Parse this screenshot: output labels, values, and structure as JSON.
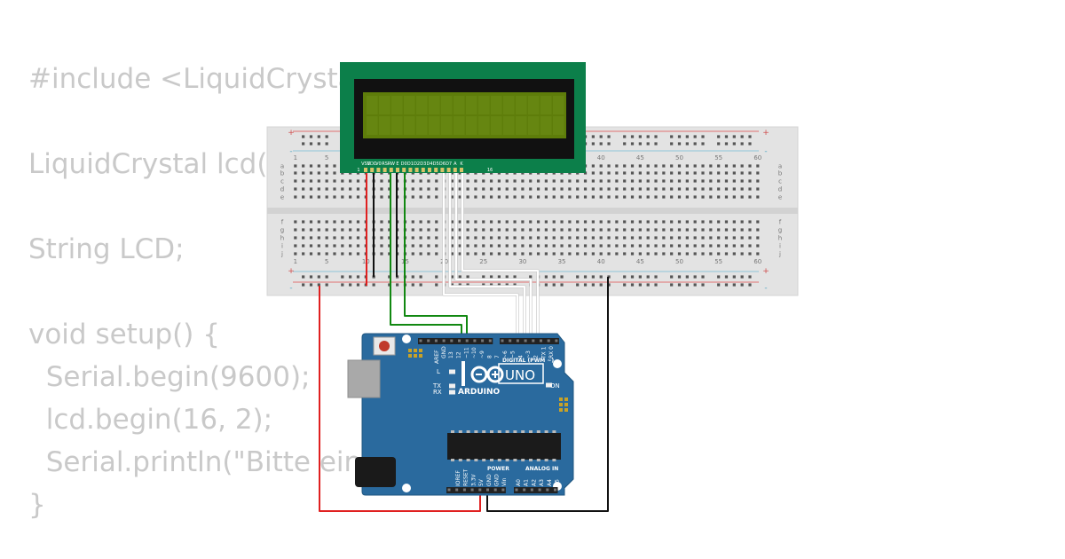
{
  "code": {
    "lines": [
      "#include <LiquidCrystal",
      "",
      "LiquidCrystal lcd(1",
      "",
      "String LCD;",
      "",
      "void setup() {",
      "  Serial.begin(9600);",
      "  lcd.begin(16, 2);",
      "  Serial.println(\"Bitte eing",
      "}"
    ]
  },
  "breadboard": {
    "column_numbers": [
      "1",
      "5",
      "10",
      "15",
      "20",
      "25",
      "30",
      "35",
      "40",
      "45",
      "50",
      "55",
      "60"
    ],
    "row_letters_top": [
      "a",
      "b",
      "c",
      "d",
      "e"
    ],
    "row_letters_bottom": [
      "f",
      "g",
      "h",
      "i",
      "j"
    ],
    "rail_plus": "+",
    "rail_minus": "-"
  },
  "lcd": {
    "pin_labels": [
      "VSS",
      "VDD",
      "V0",
      "RS",
      "RW",
      "E",
      "D0",
      "D1",
      "D2",
      "D3",
      "D4",
      "D5",
      "D6",
      "D7",
      "A",
      "K"
    ],
    "pin_first": "1",
    "pin_last": "16",
    "colors": {
      "pcb": "#0c7f4a",
      "bezel": "#111111",
      "screen": "#5e7d0a"
    }
  },
  "arduino": {
    "brand": "ARDUINO",
    "model": "UNO",
    "digital_header": "DIGITAL (PWM ~)",
    "power_header": "POWER",
    "analog_header": "ANALOG IN",
    "on_label": "ON",
    "l_label": "L",
    "tx_label": "TX",
    "rx_label": "RX",
    "aref": "AREF",
    "gnd": "GND",
    "digital_pins": [
      "13",
      "12",
      "~11",
      "~10",
      "~9",
      "8",
      "7",
      "~6",
      "~5",
      "4",
      "~3",
      "2",
      "TX 1",
      "RX 0"
    ],
    "power_pins": [
      "IOREF",
      "RESET",
      "3.3V",
      "5V",
      "GND",
      "GND",
      "Vin"
    ],
    "analog_pins": [
      "A0",
      "A1",
      "A2",
      "A3",
      "A4",
      "A5"
    ],
    "colors": {
      "board": "#2a6a9e",
      "text": "#ffffff"
    }
  },
  "wire_colors": {
    "power": "#e02020",
    "ground": "#111111",
    "control": "#118811",
    "data": "#ffffff"
  }
}
